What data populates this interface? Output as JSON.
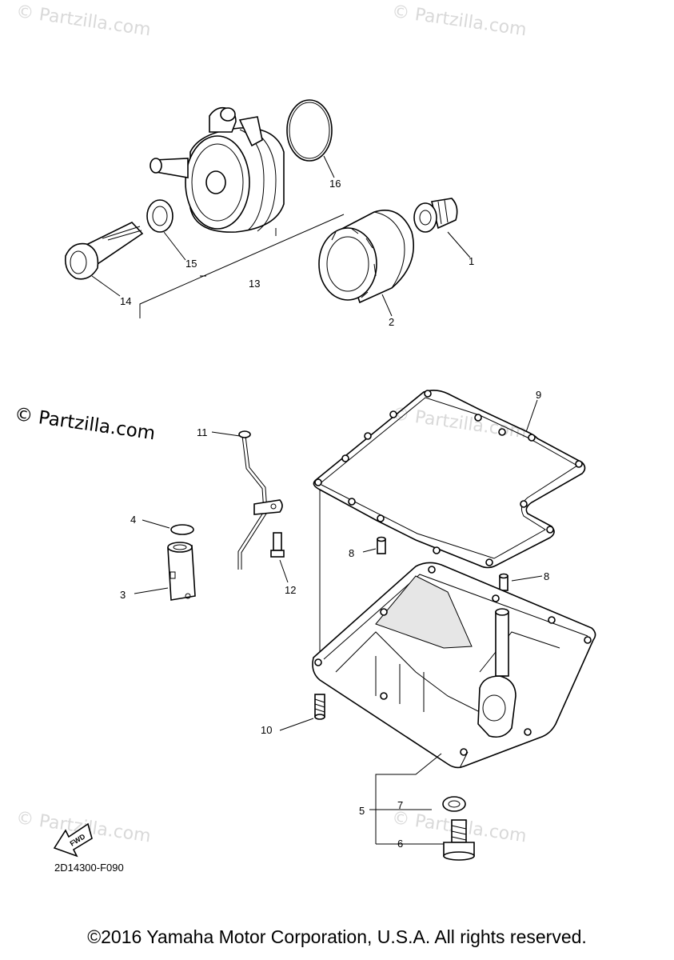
{
  "watermark": "© Partzilla.com",
  "diagram_code": "2D14300-F090",
  "copyright": "©2016 Yamaha Motor Corporation, U.S.A. All rights reserved.",
  "fwd_label": "FWD",
  "callouts": {
    "c1": "1",
    "c2": "2",
    "c3": "3",
    "c4": "4",
    "c5": "5",
    "c6": "6",
    "c7": "7",
    "c8a": "8",
    "c8b": "8",
    "c9": "9",
    "c10": "10",
    "c11": "11",
    "c12": "12",
    "c13": "13",
    "c14": "14",
    "c15": "15",
    "c16": "16"
  }
}
